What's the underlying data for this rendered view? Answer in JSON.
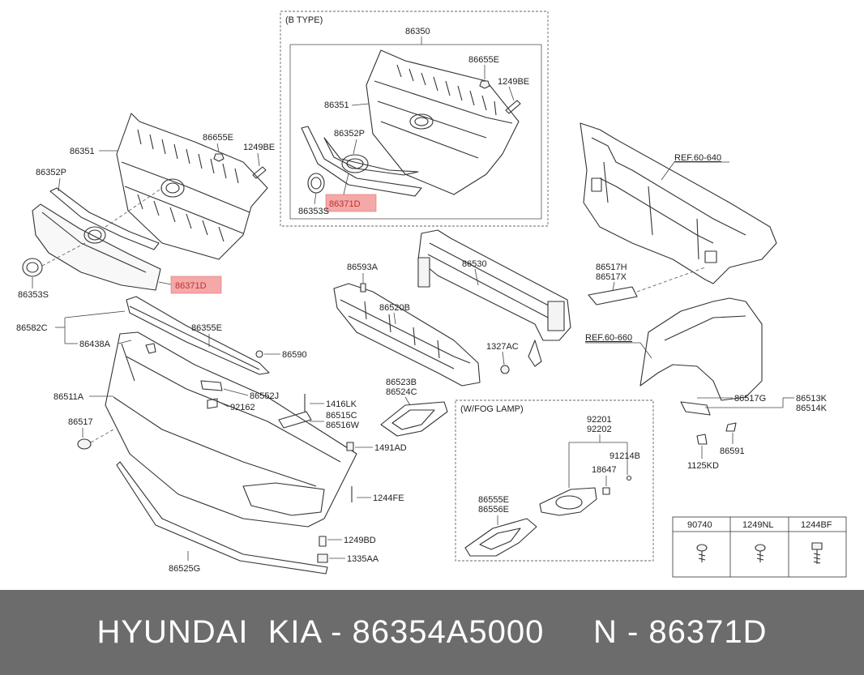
{
  "labels": {
    "b_type": "(B TYPE)",
    "w_fog": "(W/FOG LAMP)",
    "p86350": "86350",
    "p86655e_b": "86655E",
    "p1249be_b": "1249BE",
    "p86351_b": "86351",
    "p86352p_b": "86352P",
    "p86371d_b": "86371D",
    "p86353s_b": "86353S",
    "p86351": "86351",
    "p86655e": "86655E",
    "p1249be": "1249BE",
    "p86352p": "86352P",
    "p86371d": "86371D",
    "p86353s": "86353S",
    "ref640": "REF.60-640",
    "ref660": "REF.60-660",
    "p86593a": "86593A",
    "p86530": "86530",
    "p86520b": "86520B",
    "p86517h": "86517H",
    "p86517x": "86517X",
    "p1327ac": "1327AC",
    "p86582c": "86582C",
    "p86355e": "86355E",
    "p86438a": "86438A",
    "p86590": "86590",
    "p86511a": "86511A",
    "p86552j": "86552J",
    "p92162": "92162",
    "p86517": "86517",
    "p1416lk": "1416LK",
    "p86515c": "86515C",
    "p86516w": "86516W",
    "p86523b": "86523B",
    "p86524c": "86524C",
    "p1491ad": "1491AD",
    "p1244fe": "1244FE",
    "p1249bd": "1249BD",
    "p1335aa": "1335AA",
    "p86525g": "86525G",
    "p92201": "92201",
    "p92202": "92202",
    "p91214b": "91214B",
    "p18647": "18647",
    "p86555e": "86555E",
    "p86556e": "86556E",
    "p86517g": "86517G",
    "p86513k": "86513K",
    "p86514k": "86514K",
    "p86591": "86591",
    "p1125kd": "1125KD"
  },
  "fastener_table": [
    "90740",
    "1249NL",
    "1244BF"
  ],
  "footer": {
    "text": "HYUNDAI  KIA - 86354A5000     N - 86371D"
  },
  "colors": {
    "highlight": "#f5a8a8",
    "footer_bg": "#6c6c6c"
  }
}
